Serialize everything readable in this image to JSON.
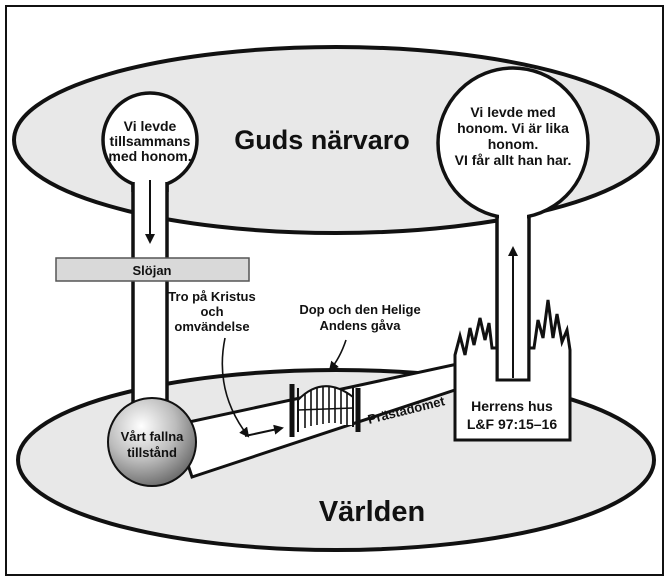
{
  "diagram": {
    "heaven_label": "Guds närvaro",
    "world_label": "Världen",
    "premortal_bubble": [
      "Vi levde",
      "tillsammans",
      "med honom."
    ],
    "exaltation_bubble": [
      "Vi levde med",
      "honom. Vi är lika",
      "honom.",
      "VI får allt han har."
    ],
    "veil_label": "Slöjan",
    "faith_label": [
      "Tro på Kristus",
      "och",
      "omvändelse"
    ],
    "gift_label": [
      "Dop och den Helige",
      "Andens gåva"
    ],
    "fallen_state": [
      "Vårt fallna",
      "tillstånd"
    ],
    "priesthood_label": "Prästadömet",
    "temple_label": [
      "Herrens hus",
      "L&F 97:15–16"
    ]
  },
  "colors": {
    "ellipse_fill": "#e8e8e8",
    "veil_fill": "#d9d9d9",
    "stroke": "#111111"
  }
}
